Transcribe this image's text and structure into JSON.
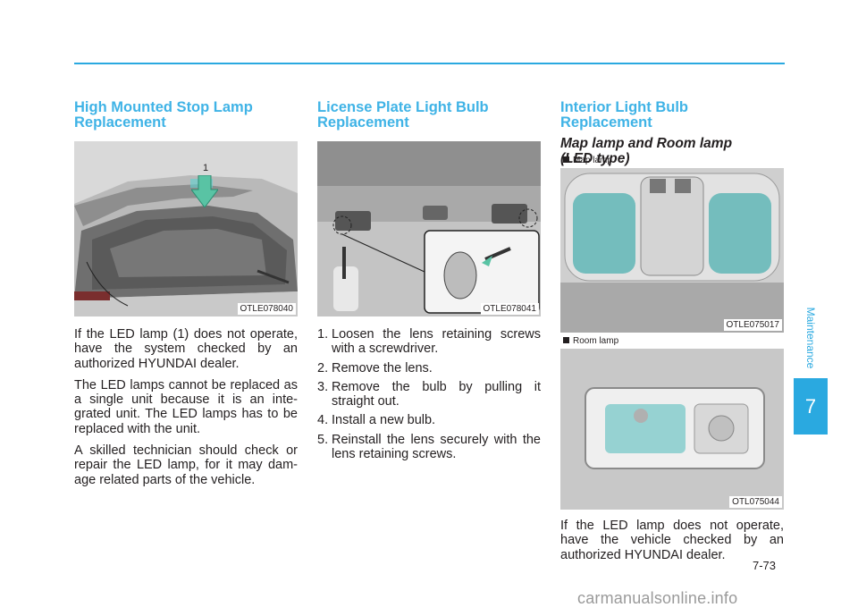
{
  "col1": {
    "heading": "High Mounted Stop Lamp Replacement",
    "figure_caption": "OTLE078040",
    "callout": "1",
    "paragraphs": [
      "If the LED lamp (1) does not operate, have the system checked by an authorized HYUNDAI dealer.",
      "The LED lamps cannot be replaced as a single unit because it is an inte-grated unit. The LED lamps has to be replaced with the unit.",
      "A skilled technician should check or repair the LED lamp, for it may dam-age related parts of the vehicle."
    ]
  },
  "col2": {
    "heading": "License Plate Light Bulb Replacement",
    "figure_caption": "OTLE078041",
    "steps": [
      {
        "num": "1.",
        "text": "Loosen the lens retaining screws with a screwdriver."
      },
      {
        "num": "2.",
        "text": "Remove the lens."
      },
      {
        "num": "3.",
        "text": "Remove the bulb by pulling it straight out."
      },
      {
        "num": "4.",
        "text": "Install a new bulb."
      },
      {
        "num": "5.",
        "text": "Reinstall the lens securely with the lens retaining screws."
      }
    ]
  },
  "col3": {
    "heading": "Interior Light Bulb Replacement",
    "subheading": "Map lamp and Room lamp (LED type)",
    "fig1_label": "Map lamp",
    "fig1_caption": "OTLE075017",
    "fig2_label": "Room lamp",
    "fig2_caption": "OTL075044",
    "paragraph": "If the LED lamp does not operate, have the vehicle checked by an authorized HYUNDAI dealer."
  },
  "side": {
    "section": "Maintenance",
    "chapter": "7"
  },
  "page_number": "7-73",
  "watermark": "carmanualsonline.info",
  "colors": {
    "accent": "#2aa9e0",
    "heading": "#3fb3e6",
    "text": "#231f20"
  }
}
